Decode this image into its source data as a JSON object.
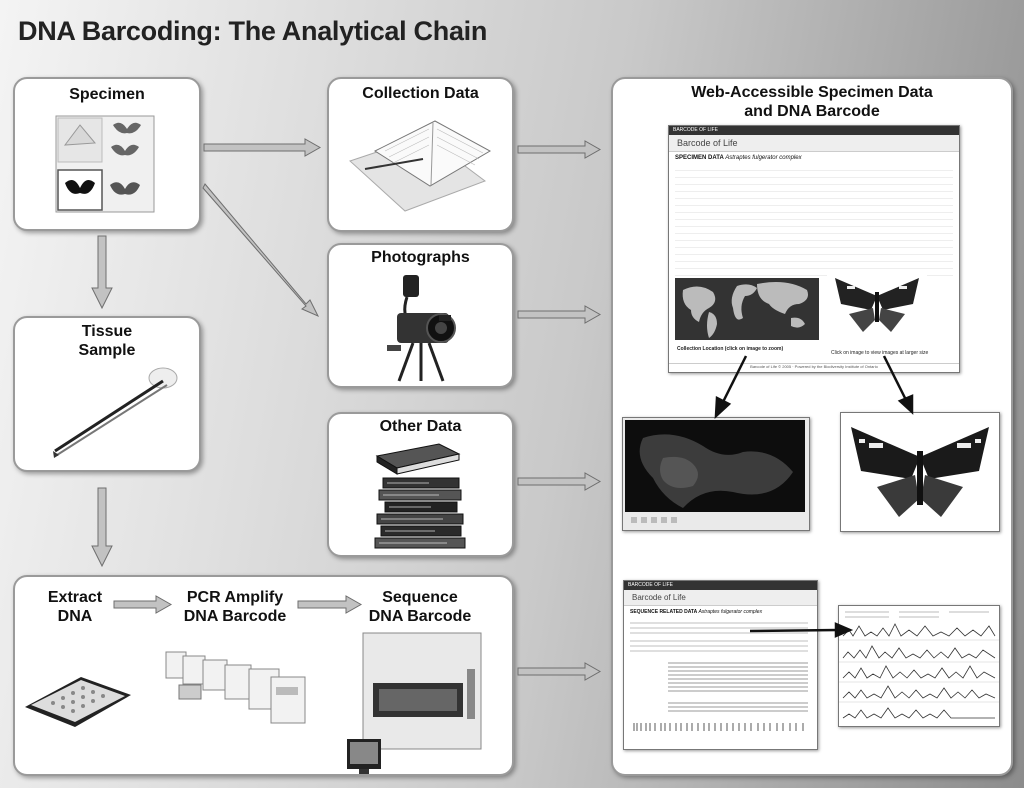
{
  "title": "DNA Barcoding: The Analytical Chain",
  "nodes": {
    "specimen": "Specimen",
    "collection": "Collection Data",
    "photographs": "Photographs",
    "other": "Other Data",
    "tissue_1": "Tissue",
    "tissue_2": "Sample",
    "extract_1": "Extract",
    "extract_2": "DNA",
    "pcr_1": "PCR Amplify",
    "pcr_2": "DNA Barcode",
    "seq_1": "Sequence",
    "seq_2": "DNA Barcode",
    "web_1": "Web-Accessible Specimen Data",
    "web_2": "and DNA Barcode"
  },
  "specimen_page": {
    "bar": "BARCODE OF LIFE",
    "logo": "Barcode of Life",
    "heading": "SPECIMEN DATA",
    "heading_sub": "Astraptes fulgerator complex",
    "caption_map": "Collection Location (click on image to zoom)",
    "caption_img": "Click on image to view images at larger size",
    "footer": "Barcode of Life © 2005 · Powered by the Biodiversity Institute of Ontario"
  },
  "sequence_page": {
    "bar": "BARCODE OF LIFE",
    "logo": "Barcode of Life",
    "heading": "SEQUENCE RELATED DATA",
    "heading_sub": "Astraptes fulgerator complex"
  },
  "colors": {
    "arrow": "#c2c2c2",
    "arrow_stroke": "#6e6e6e",
    "dark_arrow": "#111111"
  }
}
